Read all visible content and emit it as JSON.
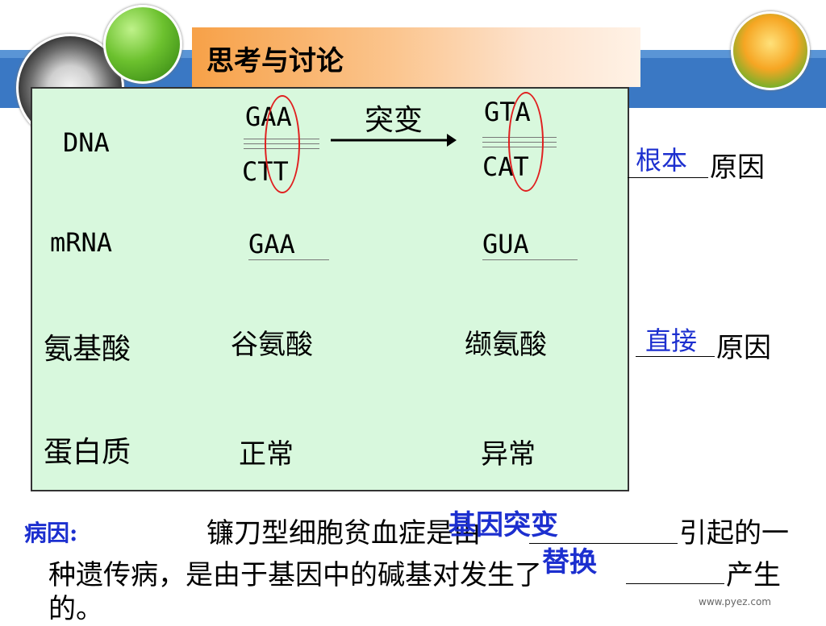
{
  "title": "思考与讨论",
  "table": {
    "row_labels": [
      "DNA",
      "mRNA",
      "氨基酸",
      "蛋白质"
    ],
    "dna_normal_top": "GAA",
    "dna_normal_bottom": "CTT",
    "mutation_label": "突变",
    "dna_mutant_top": "GTA",
    "dna_mutant_bottom": "CAT",
    "mrna_normal": "GAA",
    "mrna_mutant": "GUA",
    "aa_normal": "谷氨酸",
    "aa_mutant": "缬氨酸",
    "protein_normal": "正常",
    "protein_mutant": "异常"
  },
  "side": {
    "root_answer": "根本",
    "root_label": "原因",
    "direct_answer": "直接",
    "direct_label": "原因"
  },
  "cause": {
    "label": "病因:",
    "text_line1": "镰刀型细胞贫血症是由",
    "text_line1_end": "引起的一",
    "text_line2": "种遗传病，是由于基因中的碱基对发生了",
    "text_line2_end": "产生",
    "text_line3": "的。",
    "answer1": "基因突变",
    "answer2": "替换"
  },
  "watermark": "www.pyez.com",
  "colors": {
    "band": "#3a78c4",
    "panel": "#d8f8dd",
    "answer": "#1c2fcf",
    "oval": "#e02020"
  }
}
